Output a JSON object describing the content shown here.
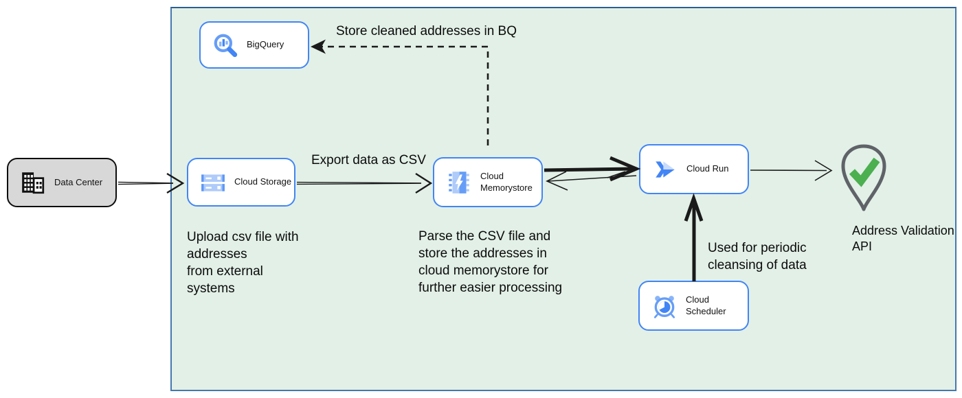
{
  "nodes": {
    "data_center": {
      "label": "Data Center"
    },
    "bigquery": {
      "label": "BigQuery"
    },
    "cloud_storage": {
      "label": "Cloud Storage"
    },
    "cloud_memorystore": {
      "label": "Cloud Memorystore"
    },
    "cloud_run": {
      "label": "Cloud Run"
    },
    "cloud_scheduler": {
      "label": "Cloud Scheduler"
    },
    "address_validation_api": {
      "label": "Address Validation\nAPI"
    }
  },
  "annotations": {
    "store_bq": "Store cleaned addresses in BQ",
    "export_csv": "Export data as CSV",
    "upload_note": "Upload csv file with\naddresses\nfrom external\nsystems",
    "parse_note": "Parse the CSV file and\nstore the addresses in\ncloud  memorystore for\nfurther easier processing",
    "periodic_note": "Used for periodic\ncleansing of data"
  },
  "colors": {
    "boundary_fill": "#e2f0e7",
    "boundary_border": "#4478ad",
    "node_border_blue": "#4285f4",
    "gcp_icon_blue": "#4285f4",
    "gcp_icon_light_blue": "#aecbfa",
    "data_center_fill": "#d8d8d8",
    "pin_gray": "#5f6368",
    "check_green": "#4caf50",
    "arrow_black": "#1a1a1a"
  }
}
